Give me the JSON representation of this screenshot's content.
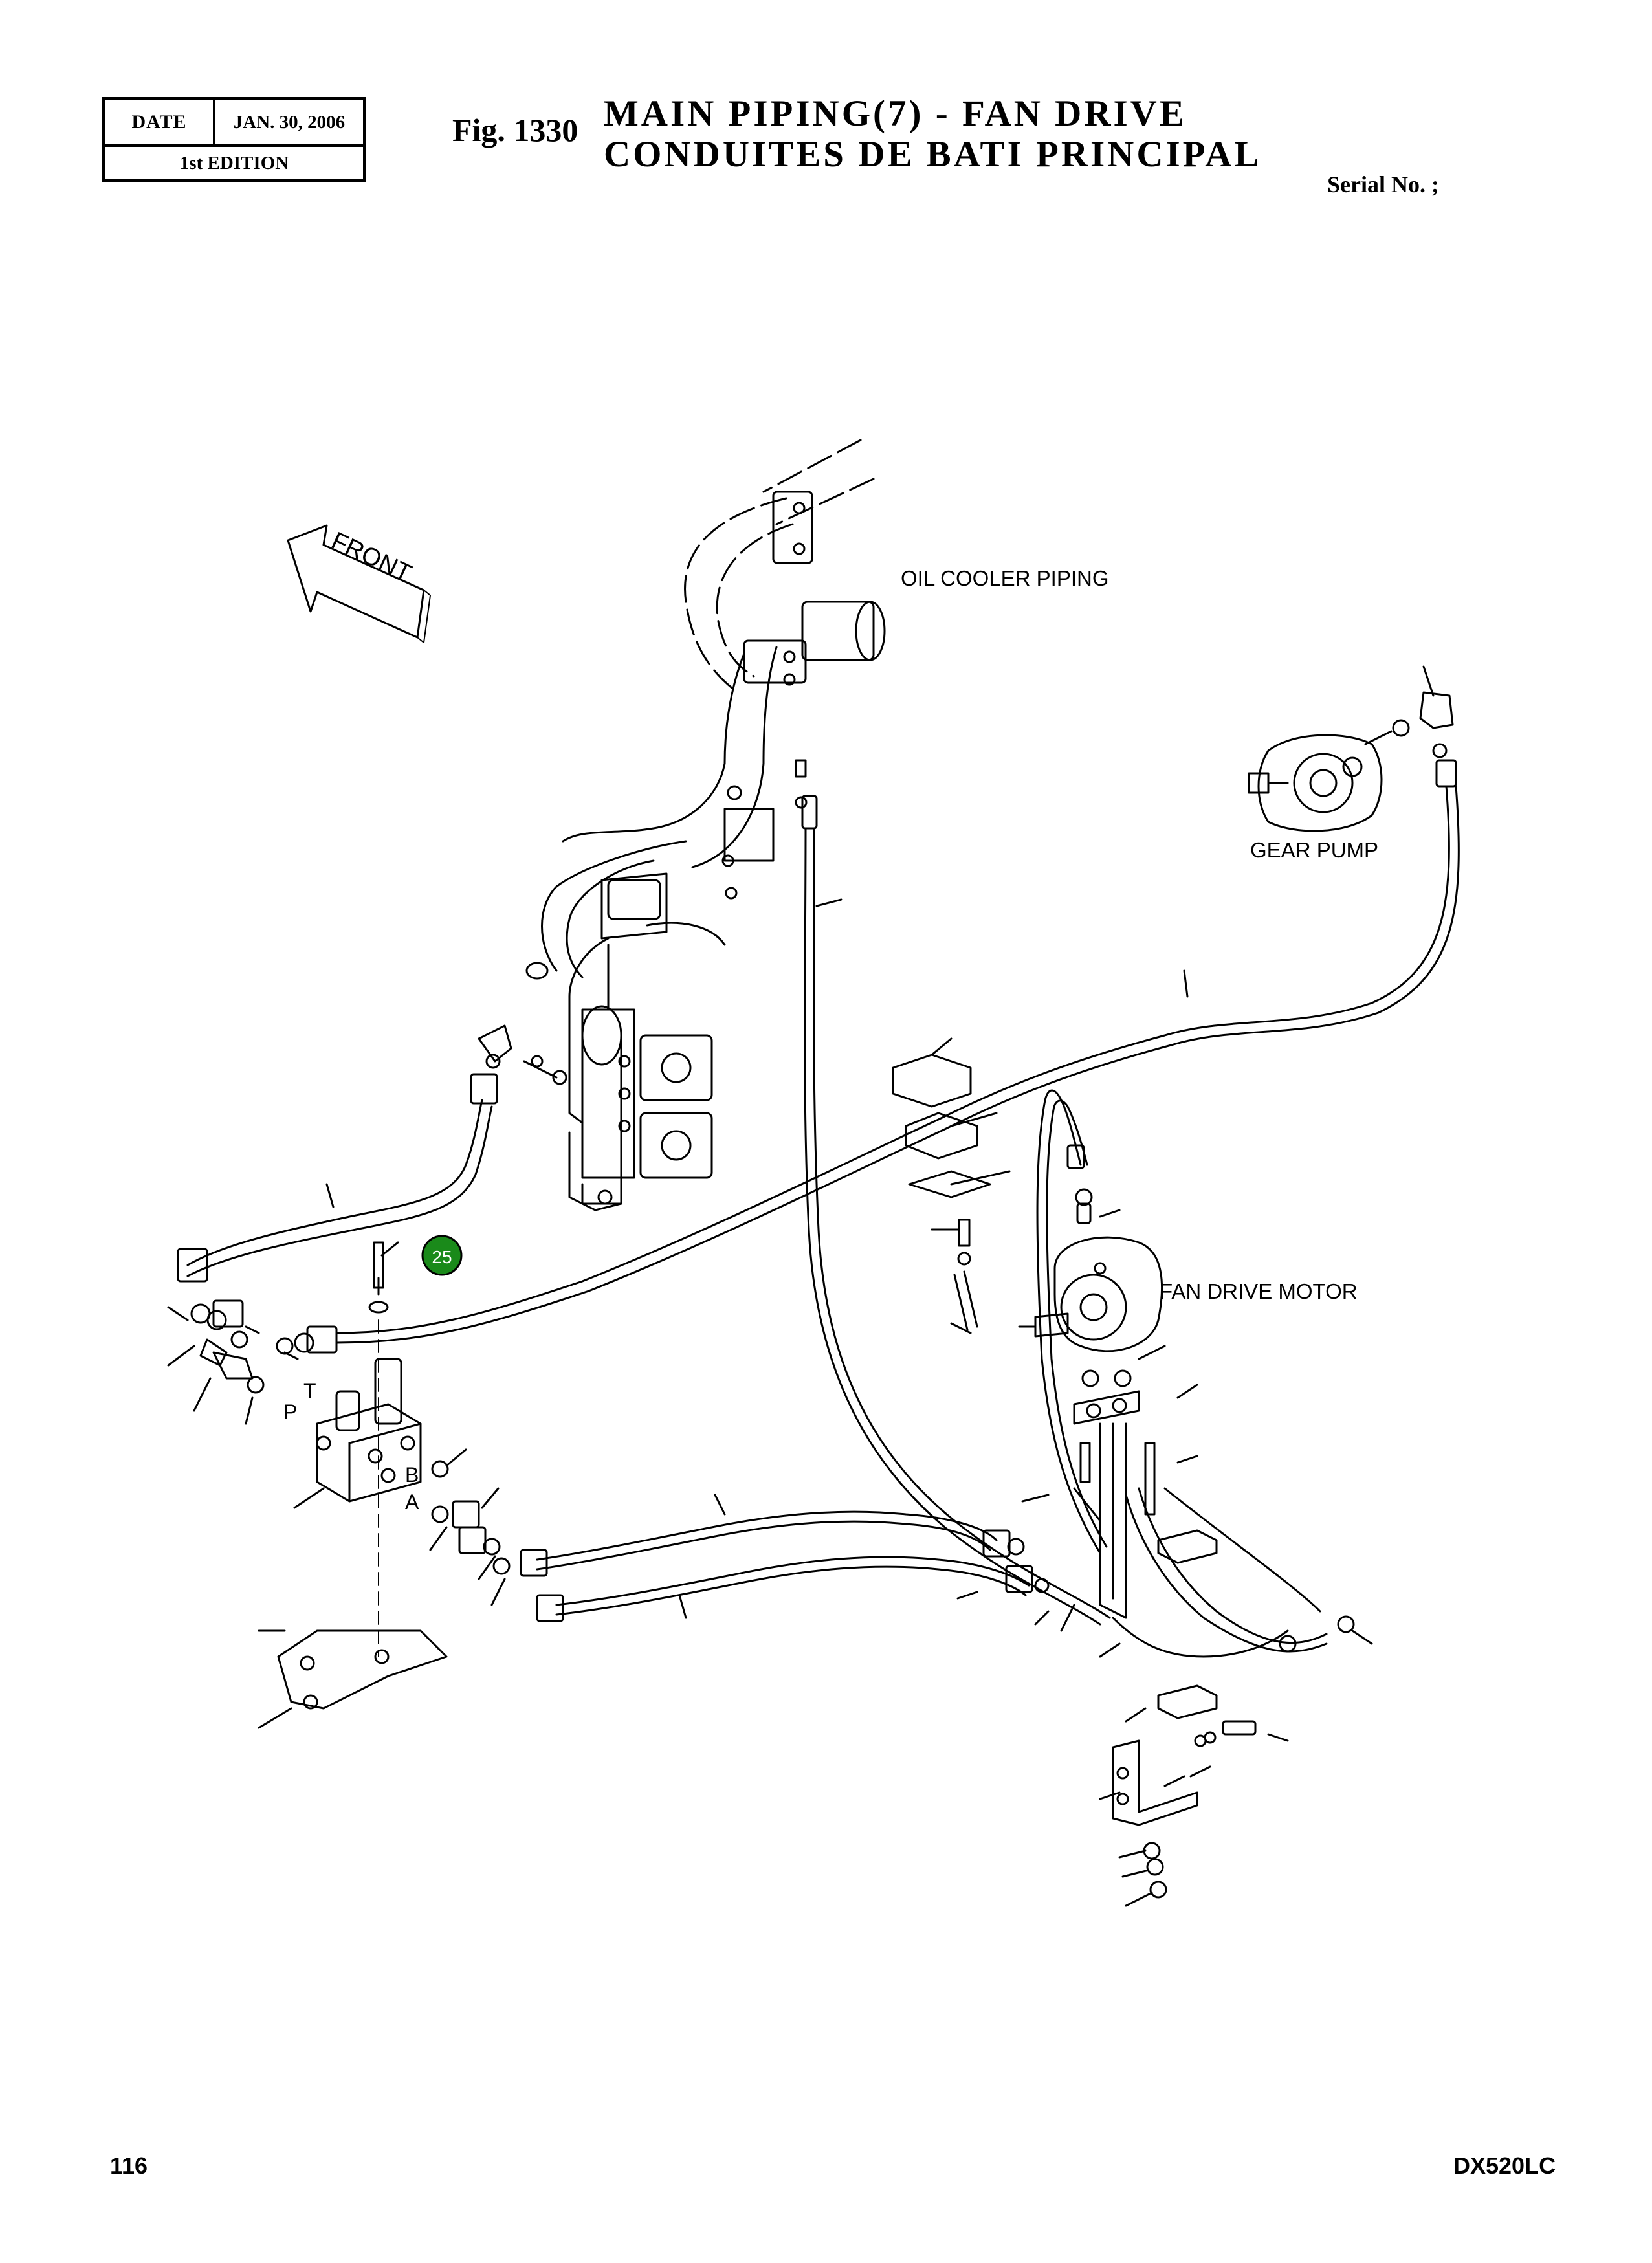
{
  "header": {
    "date_label": "DATE",
    "date_value": "JAN. 30, 2006",
    "edition": "1st EDITION",
    "fig_number": "Fig. 1330",
    "title_line1": "MAIN  PIPING(7)  -  FAN  DRIVE",
    "title_line2": "CONDUITES  DE  BATI  PRINCIPAL",
    "serial": "Serial No. ;"
  },
  "diagram": {
    "front_arrow": "FRONT",
    "labels": {
      "oil_cooler": "OIL COOLER PIPING",
      "gear_pump": "GEAR PUMP",
      "fan_drive_motor": "FAN DRIVE MOTOR",
      "port_t": "T",
      "port_p": "P",
      "port_b": "B",
      "port_a": "A"
    },
    "callout": "25",
    "callout_color": "#1a8a1a"
  },
  "footer": {
    "page_number": "116",
    "model": "DX520LC"
  }
}
